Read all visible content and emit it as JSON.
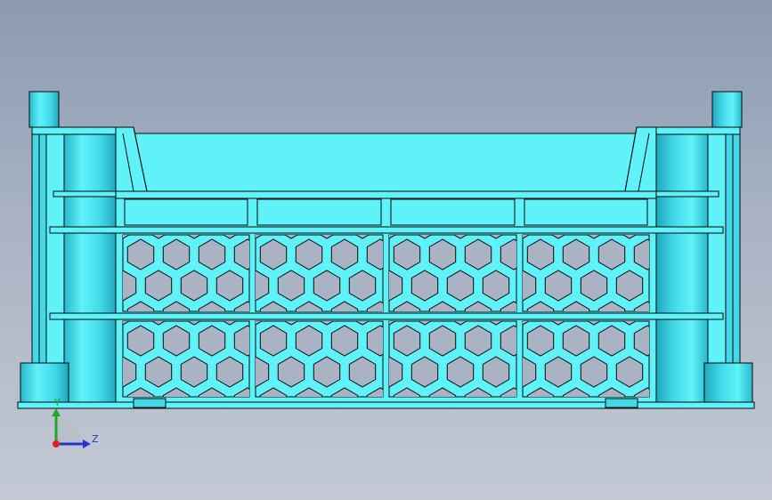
{
  "viewport": {
    "background_top": "#8c9bb0",
    "background_bottom": "#c4c9d4"
  },
  "model": {
    "name": "",
    "face_color": "#5ff2f9",
    "shade_color": "#3bcfe0",
    "dark_shade_color": "#22b3c6",
    "edge_color": "#0a0a0a",
    "hole_color": "#a9b3c4",
    "hex_pattern": "hexagonal-perforation",
    "columns": 4,
    "rows": 2
  },
  "triad": {
    "x_color": "#e0221c",
    "y_color": "#1fa82e",
    "z_color": "#2433d6",
    "y_label": "Y",
    "z_label": "Z",
    "icon": "view-orientation-triad-icon"
  }
}
